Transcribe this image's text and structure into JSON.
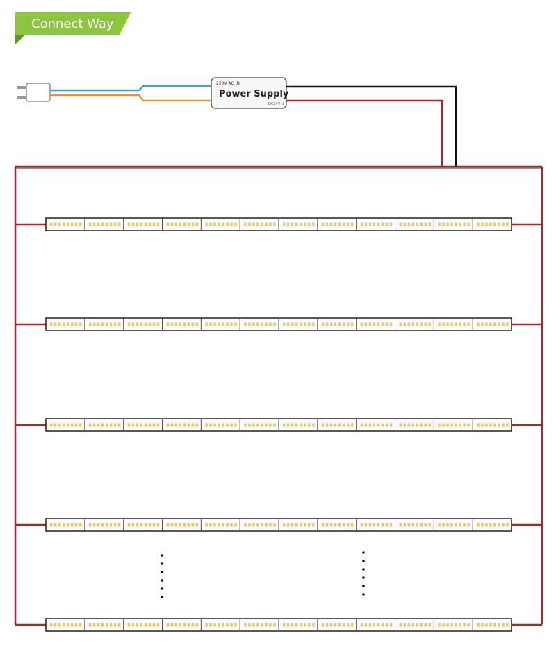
{
  "header": {
    "title": "Connect Way"
  },
  "power_supply": {
    "input_label": "220V AC IN",
    "name": "Power Supply",
    "output_label": "DC24V ⏚"
  },
  "strips": {
    "count_shown": 5,
    "led_color": "#e8c870"
  },
  "colors": {
    "banner": "#8cc63f",
    "banner_dark": "#5e9a2a",
    "positive_wire": "#b5202a",
    "negative_wire": "#111111",
    "ac_blue": "#3aa6d8",
    "ac_orange": "#d99a3a",
    "strip_border": "#222222"
  }
}
